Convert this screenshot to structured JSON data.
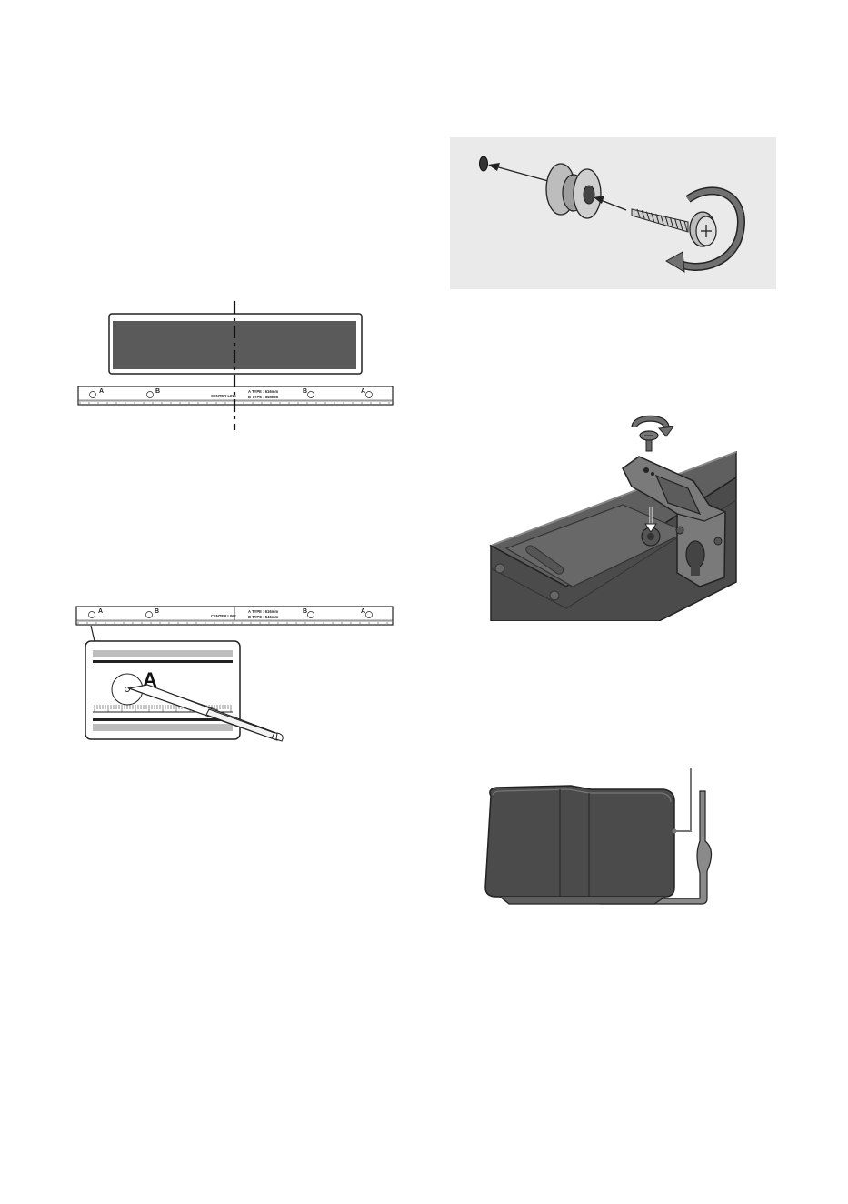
{
  "colors": {
    "device_dark": "#5a5a5a",
    "panel_bg": "#eaeaea",
    "outline": "#222222",
    "bracket": "#6e6e6e"
  },
  "guide": {
    "mark_a": "A",
    "mark_b": "B",
    "center_line": "CENTER LINE",
    "a_type": "A TYPE : 616mm",
    "b_type": "B TYPE : 546mm"
  },
  "zoom": {
    "letter": "A"
  },
  "icons": {
    "rotate": "rotate-arrow-icon",
    "insert": "insert-arrow-icon"
  }
}
